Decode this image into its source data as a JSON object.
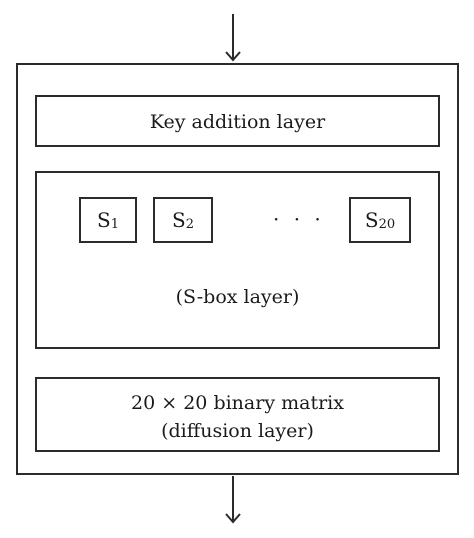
{
  "diagram": {
    "key_layer_label": "Key addition layer",
    "sboxes": [
      {
        "letter": "S",
        "index": "1"
      },
      {
        "letter": "S",
        "index": "2"
      },
      {
        "letter": "S",
        "index": "20"
      }
    ],
    "ellipsis": "· · ·",
    "sbox_layer_label": "(S-box layer)",
    "diffusion_line1": "20 × 20 binary matrix",
    "diffusion_line2": "(diffusion layer)"
  }
}
